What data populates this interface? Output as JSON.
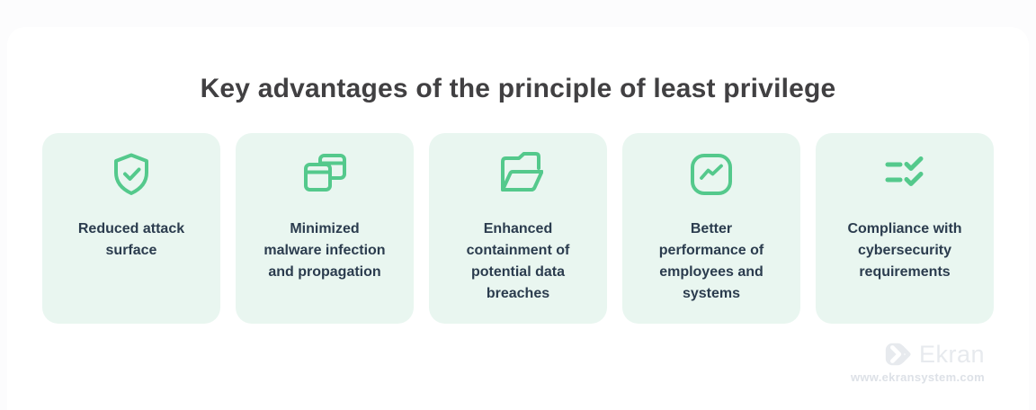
{
  "page": {
    "title": "Key advantages of the principle of least privilege"
  },
  "cards": [
    {
      "icon": "shield-check-icon",
      "label": "Reduced attack\nsurface"
    },
    {
      "icon": "browser-windows-icon",
      "label": "Minimized\nmalware infection\nand propagation"
    },
    {
      "icon": "folder-open-icon",
      "label": "Enhanced\ncontainment of\npotential data\nbreaches"
    },
    {
      "icon": "trend-chart-icon",
      "label": "Better\nperformance of\nemployees and\nsystems"
    },
    {
      "icon": "checklist-icon",
      "label": "Compliance with\ncybersecurity\nrequirements"
    }
  ],
  "branding": {
    "logo_text": "Ekran",
    "website": "www.ekransystem.com"
  },
  "colors": {
    "accent_green": "#54c98c",
    "card_bg": "#e9f6f0",
    "card_text": "#2b3c4e",
    "title_text": "#414042",
    "watermark": "#e7eaee",
    "watermark_url": "#dde1e7"
  }
}
